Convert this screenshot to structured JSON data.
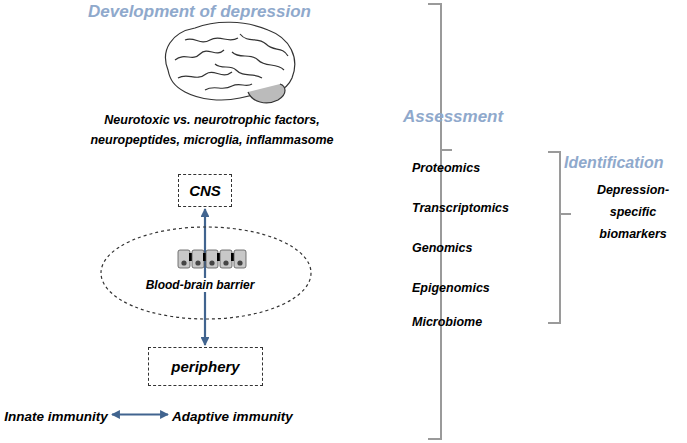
{
  "diagram": {
    "nodes": [
      {
        "text": [
          "CNS"
        ]
      },
      {
        "text": [
          "Blood-brain barrier"
        ]
      },
      {
        "text": [
          "periphery"
        ]
      },
      {
        "text": [
          "Innate immunity"
        ]
      },
      {
        "text": [
          "Adaptive immunity"
        ]
      }
    ],
    "edges": [
      {
        "from": 0,
        "to": 2,
        "arrow": "both"
      },
      {
        "from": 3,
        "to": 4,
        "arrow": "both"
      }
    ],
    "labels": [
      "Development of depression",
      "Neurotoxic vs. neurotrophic factors, neuropeptides, microglia, inflammasome",
      "Assessment",
      "Proteomics",
      "Transcriptomics",
      "Genomics",
      "Epigenomics",
      "Microbiome",
      "Identification",
      "Depression-specific biomarkers"
    ]
  }
}
